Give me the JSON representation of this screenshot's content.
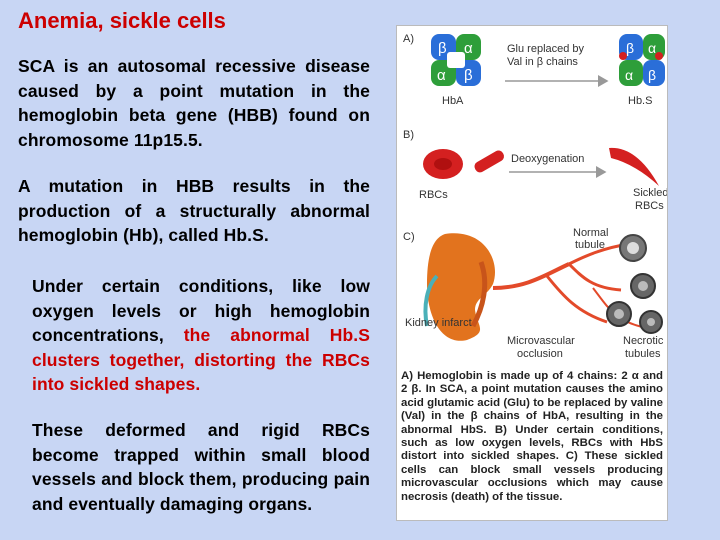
{
  "title": "Anemia, sickle cells",
  "p1": "SCA is an autosomal recessive disease caused by a point mutation in the hemoglobin beta gene (HBB) found on chromosome 11p15.5.",
  "p2": "A mutation in HBB results in the production of a structurally abnormal hemoglobin (Hb), called Hb.S.",
  "p3": {
    "a": "Under certain conditions, like low oxygen levels or high hemoglobin concentrations, ",
    "b": "the abnormal Hb.S clusters together, distorting the RBCs into sickled shapes."
  },
  "p4": "These deformed and rigid RBCs become trapped within small blood vessels and block them, producing pain and eventually damaging organs.",
  "figure": {
    "panel_a": "A)",
    "panel_b": "B)",
    "panel_c": "C)",
    "beta": "β",
    "alpha": "α",
    "arrow_a_line1": "Glu replaced by",
    "arrow_a_line2": "Val in β chains",
    "hba": "HbA",
    "hbs": "Hb.S",
    "deoxygenation": "Deoxygenation",
    "rbcs": "RBCs",
    "sickled_line1": "Sickled",
    "sickled_line2": "RBCs",
    "normal_line1": "Normal",
    "normal_line2": "tubule",
    "kidney_infarct": "Kidney infarct",
    "micro_line1": "Microvascular",
    "micro_line2": "occlusion",
    "necrotic_line1": "Necrotic",
    "necrotic_line2": "tubules",
    "caption": "A) Hemoglobin is made up of 4 chains: 2 α and 2 β. In SCA, a point mutation causes the amino acid glutamic acid (Glu) to be replaced by valine (Val) in the β chains of HbA, resulting in the abnormal HbS. B) Under certain conditions, such as low oxygen levels, RBCs with HbS distort into sickled shapes. C) These sickled cells can block small vessels producing microvascular occlusions which may cause necrosis (death) of the tissue."
  },
  "colors": {
    "title": "#cc0000",
    "background": "#c8d6f4",
    "beta_chain": "#2a6ed8",
    "alpha_chain": "#2e9e3a",
    "rbc": "#d42020"
  }
}
